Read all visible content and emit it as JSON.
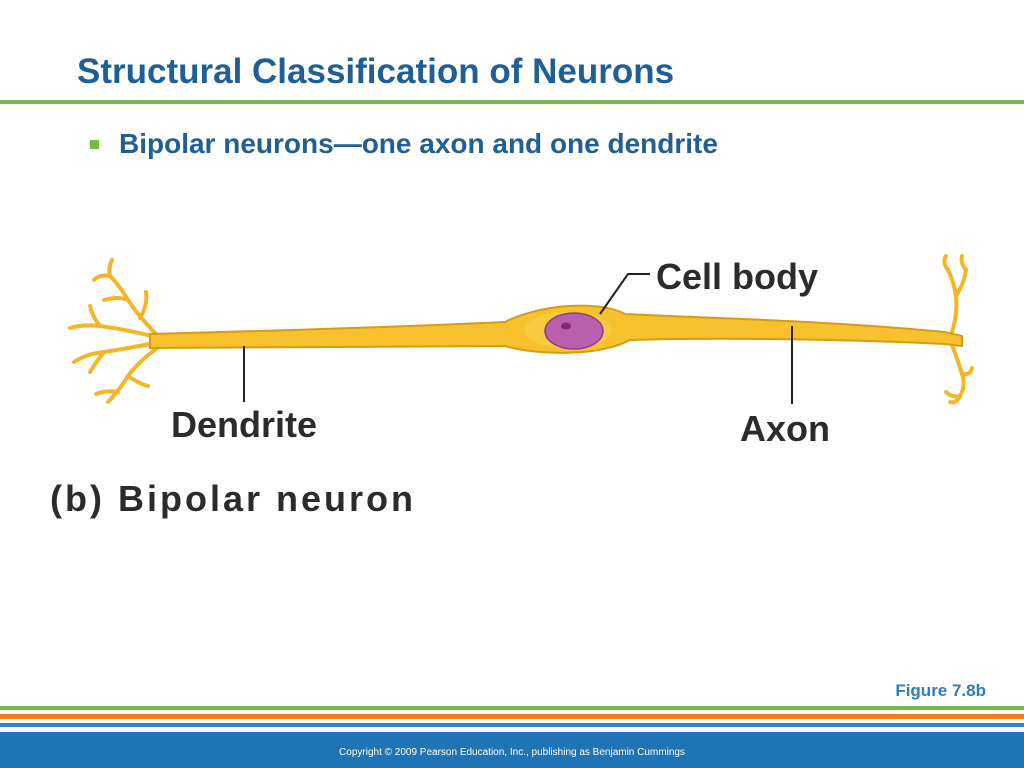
{
  "slide": {
    "title": "Structural Classification of Neurons",
    "bullet": "Bipolar neurons—one axon and one dendrite",
    "figure_ref": "Figure 7.8b",
    "copyright": "Copyright © 2009 Pearson Education, Inc., publishing as Benjamin Cummings"
  },
  "diagram": {
    "labels": {
      "cell_body": "Cell body",
      "dendrite": "Dendrite",
      "axon": "Axon"
    },
    "caption": "(b) Bipolar neuron"
  },
  "colors": {
    "title_blue": "#1f5f95",
    "green": "#7ab648",
    "orange": "#f07f1e",
    "blue": "#2f86c6",
    "neuron_fill": "#f6c12d",
    "neuron_outline": "#d99a16",
    "nucleus": "#b057a4"
  }
}
